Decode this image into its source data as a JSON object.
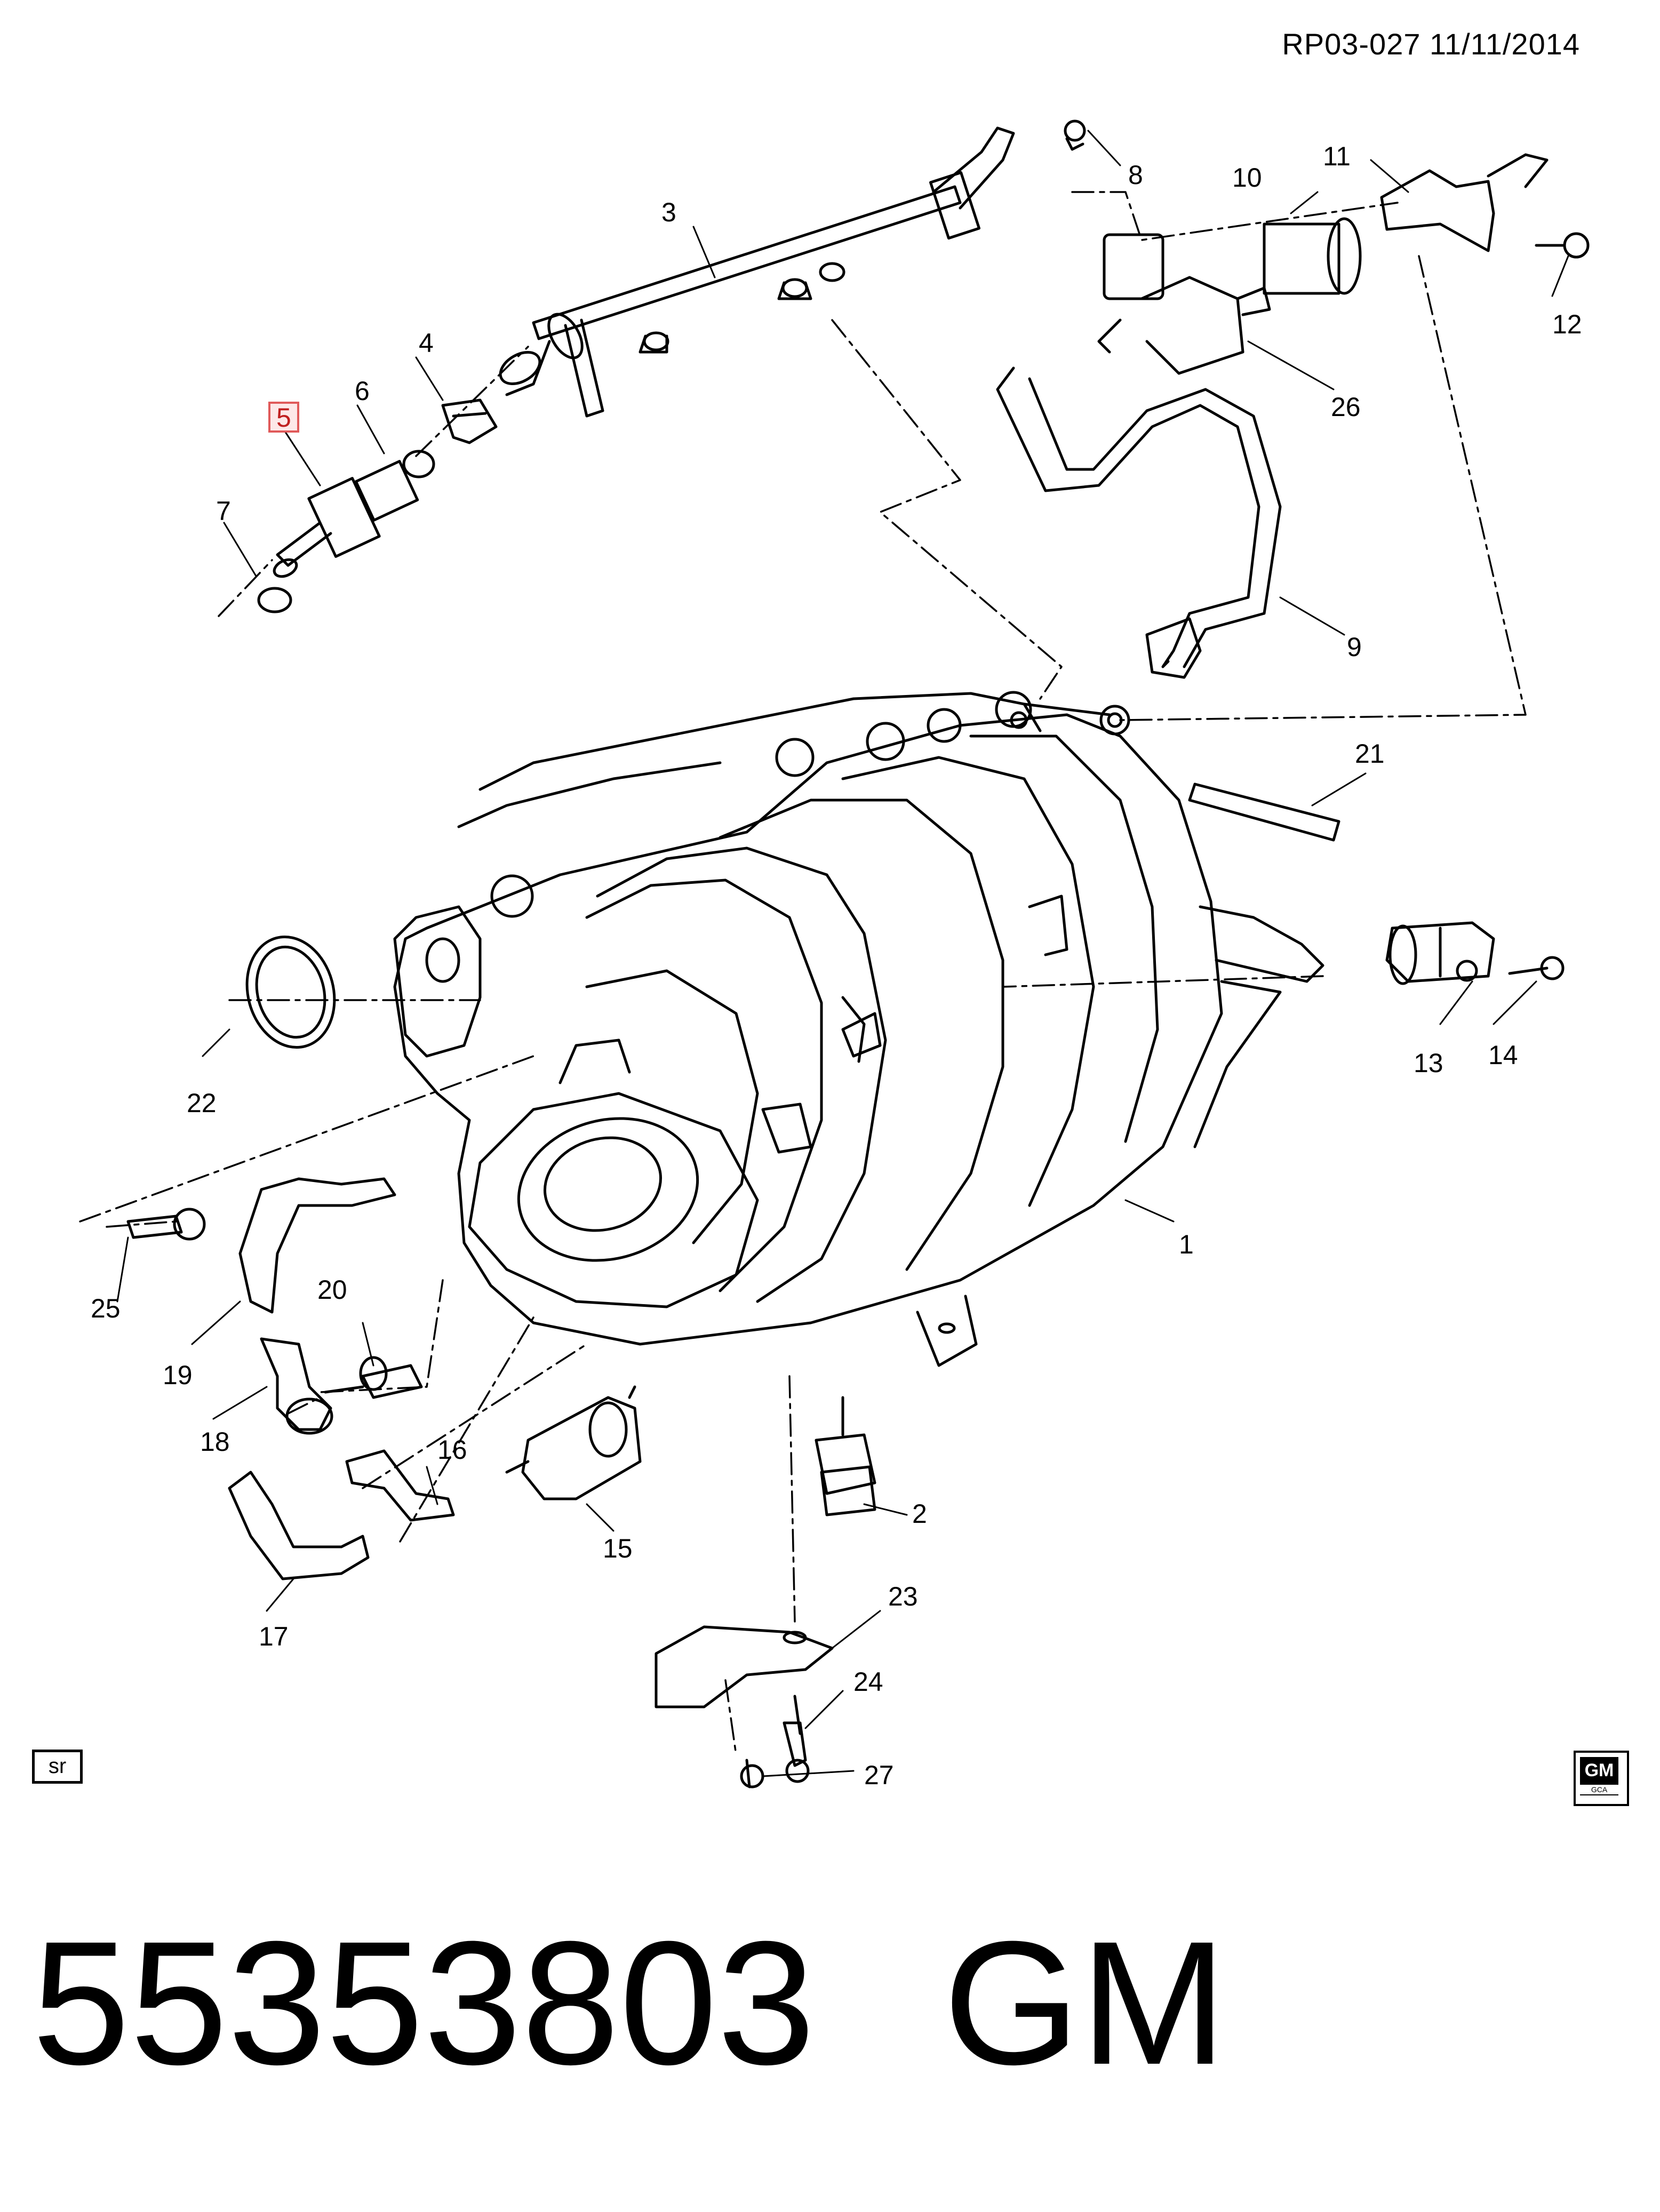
{
  "header": {
    "reference": "RP03-027  11/11/2014"
  },
  "footer": {
    "sr_label": "sr",
    "logo_text": "GM",
    "logo_subtext": "GCA"
  },
  "caption": {
    "part_number": "55353803",
    "brand": "GM"
  },
  "highlight_color": "#e05a5a",
  "callouts": [
    {
      "id": "1",
      "label": "1"
    },
    {
      "id": "2",
      "label": "2"
    },
    {
      "id": "3",
      "label": "3"
    },
    {
      "id": "4",
      "label": "4"
    },
    {
      "id": "5",
      "label": "5",
      "highlighted": true
    },
    {
      "id": "6",
      "label": "6"
    },
    {
      "id": "7",
      "label": "7"
    },
    {
      "id": "8",
      "label": "8"
    },
    {
      "id": "9",
      "label": "9"
    },
    {
      "id": "10",
      "label": "10"
    },
    {
      "id": "11",
      "label": "11"
    },
    {
      "id": "12",
      "label": "12"
    },
    {
      "id": "13",
      "label": "13"
    },
    {
      "id": "14",
      "label": "14"
    },
    {
      "id": "15",
      "label": "15"
    },
    {
      "id": "16",
      "label": "16"
    },
    {
      "id": "17",
      "label": "17"
    },
    {
      "id": "18",
      "label": "18"
    },
    {
      "id": "19",
      "label": "19"
    },
    {
      "id": "20",
      "label": "20"
    },
    {
      "id": "21",
      "label": "21"
    },
    {
      "id": "22",
      "label": "22"
    },
    {
      "id": "23",
      "label": "23"
    },
    {
      "id": "24",
      "label": "24"
    },
    {
      "id": "25",
      "label": "25"
    },
    {
      "id": "26",
      "label": "26"
    },
    {
      "id": "27",
      "label": "27"
    }
  ]
}
